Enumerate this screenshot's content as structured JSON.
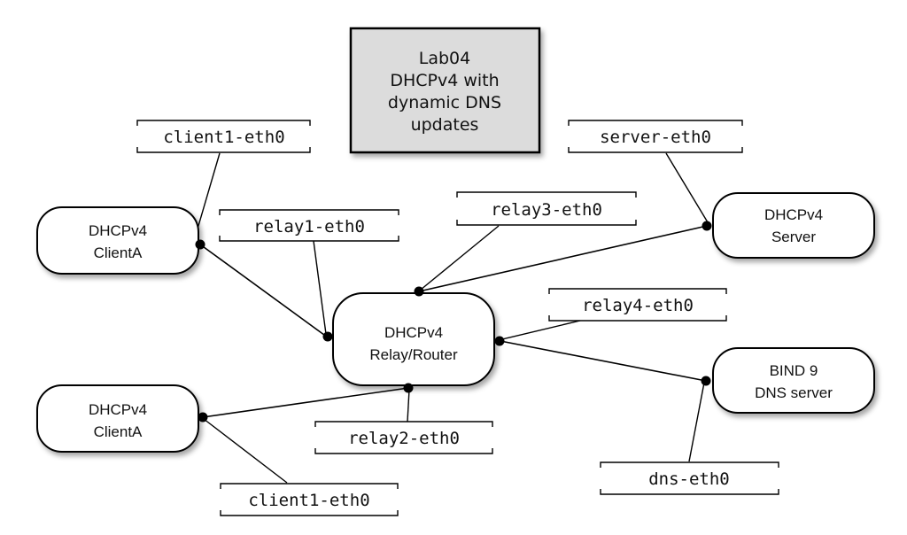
{
  "title": {
    "lines": [
      "Lab04",
      "DHCPv4 with",
      "dynamic DNS",
      "updates"
    ]
  },
  "nodes": {
    "client_top": {
      "line1": "DHCPv4",
      "line2": "ClientA"
    },
    "client_bottom": {
      "line1": "DHCPv4",
      "line2": "ClientA"
    },
    "router": {
      "line1": "DHCPv4",
      "line2": "Relay/Router"
    },
    "server": {
      "line1": "DHCPv4",
      "line2": "Server"
    },
    "dns": {
      "line1": "BIND 9",
      "line2": "DNS server"
    }
  },
  "interfaces": {
    "client_top": "client1-eth0",
    "relay1": "relay1-eth0",
    "relay3": "relay3-eth0",
    "server": "server-eth0",
    "relay4": "relay4-eth0",
    "relay2": "relay2-eth0",
    "client_bottom": "client1-eth0",
    "dns": "dns-eth0"
  },
  "colors": {
    "title_fill": "#dcdcdc",
    "line": "#000000",
    "node_fill": "#ffffff"
  }
}
